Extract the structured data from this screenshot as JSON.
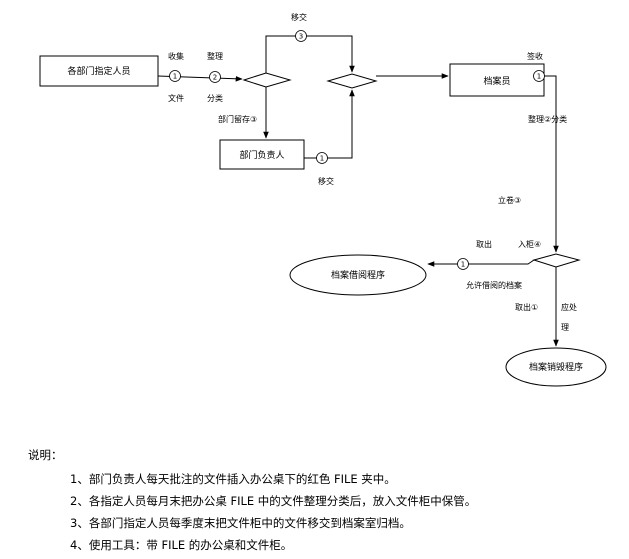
{
  "nodes": {
    "dept_staff": "各部门指定人员",
    "dept_head": "部门负责人",
    "archivist": "档案员",
    "borrow_proc": "档案借阅程序",
    "destroy_proc": "档案销毁程序"
  },
  "labels": {
    "collect": "收集",
    "file": "文件",
    "sort": "整理",
    "classify": "分类",
    "transfer_top": "移交",
    "dept_keep": "部门留存③",
    "transfer_bottom": "移交",
    "sign_receive": "签收",
    "sort_classify": "整理②分类",
    "file_archive": "立卷③",
    "borrow": "取出",
    "into_cabinet": "入柜④",
    "allow_borrow": "允许借阅的档案",
    "take_out": "取出①",
    "to_dispose": "应处",
    "dispose_suffix": "理"
  },
  "circles": {
    "c1": "1",
    "c2": "2",
    "c3": "3",
    "c4": "1",
    "c5": "1",
    "c6": "1"
  },
  "notes": {
    "title": "说明：",
    "items": [
      "1、部门负责人每天批注的文件插入办公桌下的红色 FILE 夹中。",
      "2、各指定人员每月末把办公桌 FILE 中的文件整理分类后，放入文件柜中保管。",
      "3、各部门指定人员每季度末把文件柜中的文件移交到档案室归档。",
      "4、使用工具：带 FILE 的办公桌和文件柜。"
    ]
  }
}
